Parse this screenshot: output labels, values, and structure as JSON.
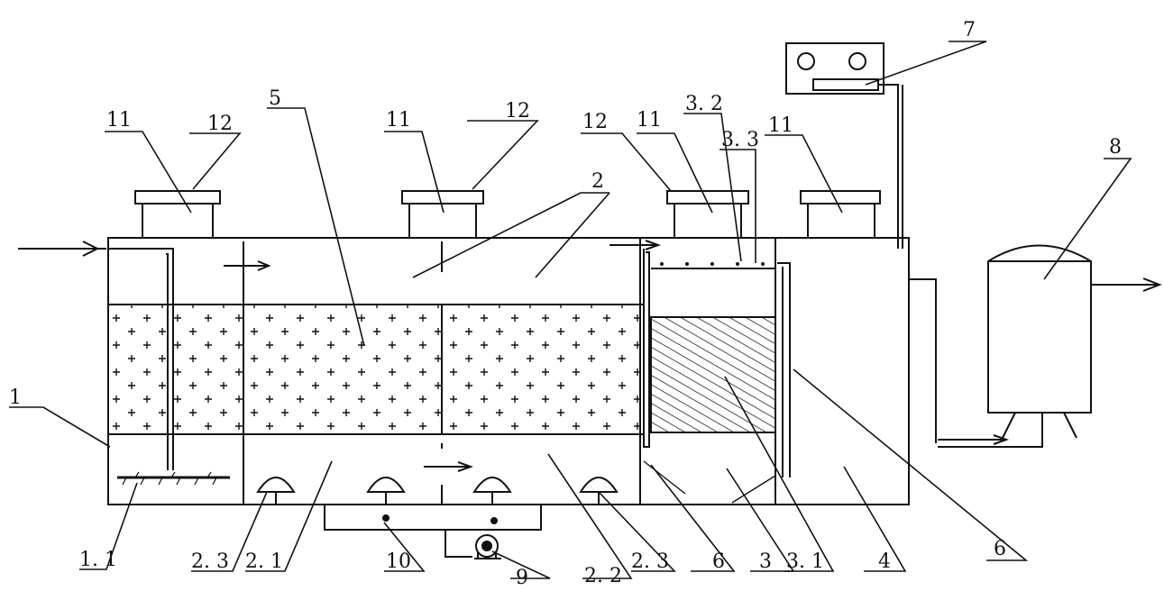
{
  "diagram": {
    "colors": {
      "ink": "#111111",
      "fill": "#ffffff",
      "hatch": "#222222"
    },
    "labels": {
      "l1": "1",
      "l1_1": "1. 1",
      "l2": "2",
      "l2_1": "2. 1",
      "l2_2": "2. 2",
      "l2_3a": "2. 3",
      "l2_3b": "2. 3",
      "l3": "3",
      "l3_1": "3. 1",
      "l3_2": "3. 2",
      "l3_3": "3. 3",
      "l4": "4",
      "l5": "5",
      "l6a": "6",
      "l6b": "6",
      "l7": "7",
      "l8": "8",
      "l9": "9",
      "l10": "10",
      "l11a": "11",
      "l11b": "11",
      "l11c": "11",
      "l11d": "11",
      "l12a": "12",
      "l12b": "12",
      "l12c": "12"
    }
  }
}
